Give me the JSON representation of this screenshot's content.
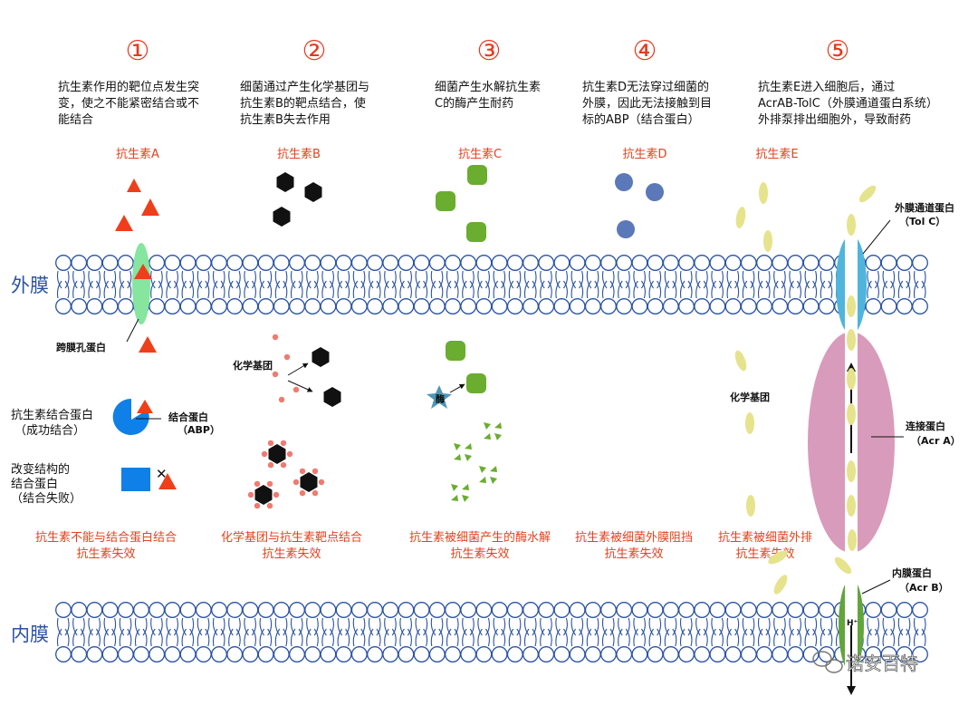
{
  "mechanisms": [
    {
      "num": "①",
      "desc": [
        "抗生素作用的靶位点发生突",
        "变，使之不能紧密结合或不",
        "能结合"
      ],
      "antibiotic": "抗生素A",
      "result": [
        "抗生素不能与结合蛋白结合",
        "抗生素失效"
      ]
    },
    {
      "num": "②",
      "desc": [
        "细菌通过产生化学基团与",
        "抗生素B的靶点结合，使",
        "抗生素B失去作用"
      ],
      "antibiotic": "抗生素B",
      "result": [
        "化学基团与抗生素靶点结合",
        "抗生素失效"
      ]
    },
    {
      "num": "③",
      "desc": [
        "细菌产生水解抗生素",
        "C的酶产生耐药"
      ],
      "antibiotic": "抗生素C",
      "result": [
        "抗生素被细菌产生的酶水解",
        "抗生素失效"
      ]
    },
    {
      "num": "④",
      "desc": [
        "抗生素D无法穿过细菌的",
        "外膜，因此无法接触到目",
        "标的ABP（结合蛋白）"
      ],
      "antibiotic": "抗生素D",
      "result": [
        "抗生素被细菌外膜阻挡",
        "抗生素失效"
      ]
    },
    {
      "num": "⑤",
      "desc": [
        "抗生素E进入细胞后，通过",
        "AcrAB-TolC（外膜通道蛋白系统）",
        "外排泵排出细胞外，导致耐药"
      ],
      "antibiotic": "抗生素E",
      "result": [
        "抗生素被细菌外排",
        "抗生素失效"
      ]
    }
  ],
  "membranes": {
    "outer": "外膜",
    "inner": "内膜"
  },
  "labels": {
    "porin": "跨膜孔蛋白",
    "abp_success": [
      "抗生素结合蛋白",
      "（成功结合）"
    ],
    "abp_fail": [
      "改变结构的",
      "结合蛋白",
      "（结合失败）"
    ],
    "abp": [
      "结合蛋白",
      "（ABP）"
    ],
    "chem_group_2": "化学基团",
    "enzyme": "酶",
    "chem_group_5": "化学基团",
    "tolc": [
      "外膜通道蛋白",
      "（Tol C）"
    ],
    "acra": [
      "连接蛋白",
      "（Acr A）"
    ],
    "acrb": [
      "内膜蛋白",
      "（Acr B）"
    ],
    "proton": "H⁺"
  },
  "watermark": "诺安百特",
  "colors": {
    "number": "#e63a1f",
    "antibiotic_text": "#e2431f",
    "membrane": "#2a52a3",
    "antibiotic_A": "#ef3e1a",
    "antibiotic_B": "#111111",
    "antibiotic_C": "#6aad2f",
    "antibiotic_D": "#5b78b8",
    "antibiotic_E": "#e6e38d",
    "porin": "#86e59f",
    "tolc": "#4fb5dc",
    "acra": "#d99bbb",
    "acrb": "#62a53a",
    "abp": "#0f80e8",
    "chem_dot": "#f07a70"
  }
}
